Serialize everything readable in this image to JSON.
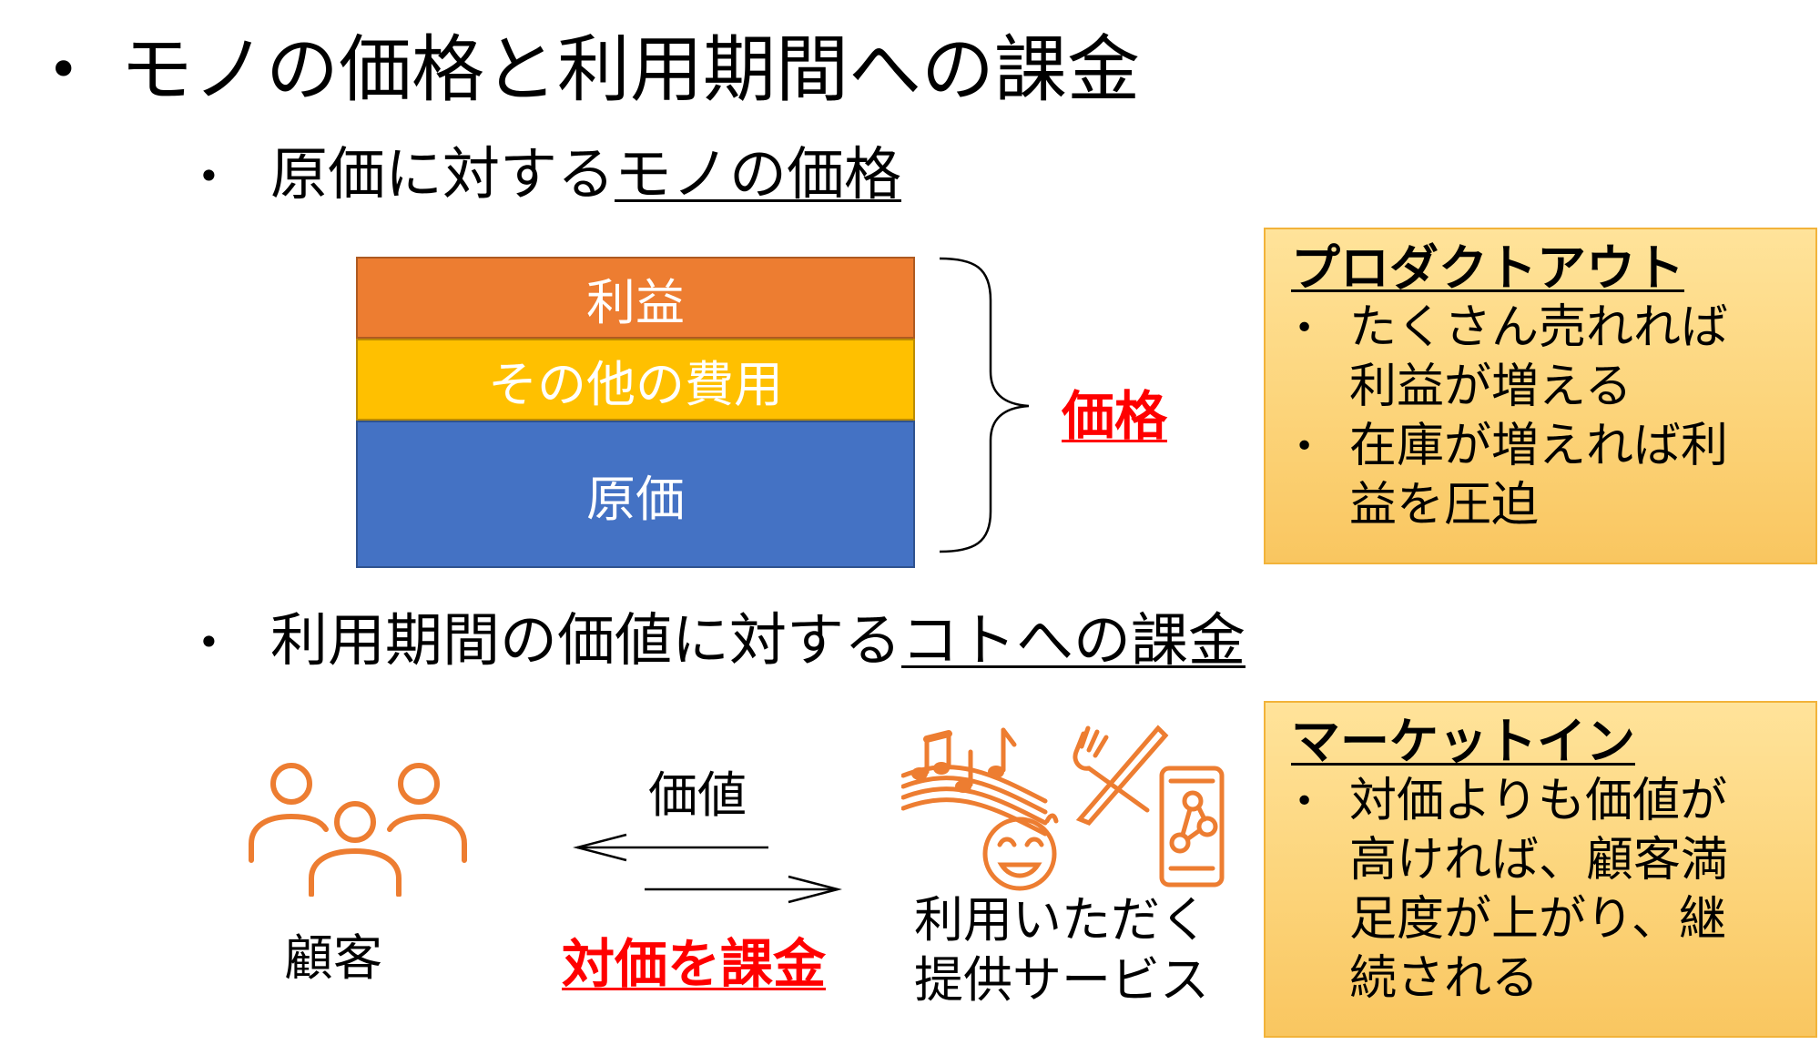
{
  "heading": {
    "bullet": "•",
    "text": "モノの価格と利用期間への課金"
  },
  "sub1": {
    "bullet": "•",
    "prefix": "原価に対する",
    "underlined": "モノの価格"
  },
  "sub2": {
    "bullet": "•",
    "prefix": "利用期間の価値に対する",
    "underlined": "コトへの課金"
  },
  "price_stack": {
    "segments": [
      {
        "label": "利益",
        "color": "#ed7d31"
      },
      {
        "label": "その他の費用",
        "color": "#ffc000"
      },
      {
        "label": "原価",
        "color": "#4472c4"
      }
    ],
    "brace_label": "価格",
    "brace_label_color": "#ff0000"
  },
  "product_out": {
    "title": "プロダクトアウト",
    "items": [
      {
        "line1": "たくさん売れれば",
        "line2": "利益が増える"
      },
      {
        "line1": "在庫が増えれば利",
        "line2": "益を圧迫"
      }
    ]
  },
  "market_in": {
    "title": "マーケットイン",
    "items": [
      {
        "lines": [
          "対価よりも価値が",
          "高ければ、顧客満",
          "足度が上がり、継",
          "続される"
        ]
      }
    ]
  },
  "flow": {
    "customer_label": "顧客",
    "value_label": "価値",
    "charge_label": "対価を課金",
    "service_label_line1": "利用いただく",
    "service_label_line2": "提供サービス",
    "icon_color": "#ed7d31"
  }
}
